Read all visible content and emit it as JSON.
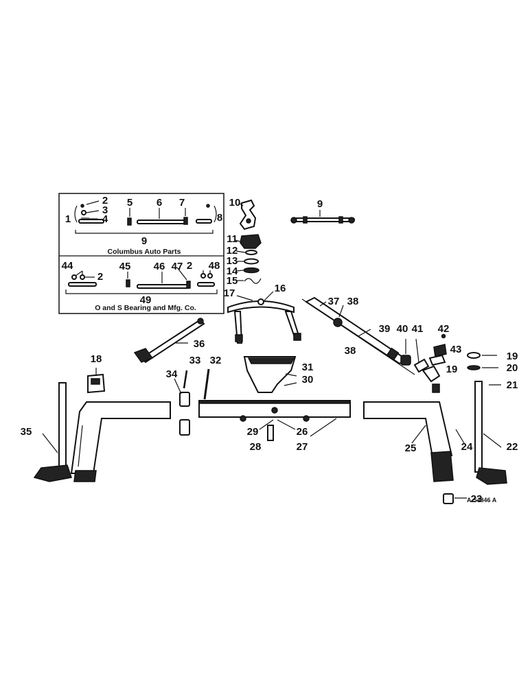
{
  "diagram": {
    "inset_labels": [
      {
        "id": "c2a",
        "text": "2"
      },
      {
        "id": "c3",
        "text": "3"
      },
      {
        "id": "c4",
        "text": "4"
      },
      {
        "id": "c1",
        "text": "1"
      },
      {
        "id": "c5",
        "text": "5"
      },
      {
        "id": "c6",
        "text": "6"
      },
      {
        "id": "c7",
        "text": "7"
      },
      {
        "id": "c8",
        "text": "8"
      },
      {
        "id": "c9",
        "text": "9"
      },
      {
        "id": "o44",
        "text": "44"
      },
      {
        "id": "o2a",
        "text": "2"
      },
      {
        "id": "o45",
        "text": "45"
      },
      {
        "id": "o46",
        "text": "46"
      },
      {
        "id": "o47",
        "text": "47"
      },
      {
        "id": "o2b",
        "text": "2"
      },
      {
        "id": "o48",
        "text": "48"
      },
      {
        "id": "o49",
        "text": "49"
      }
    ],
    "inset_captions": [
      {
        "id": "cap-columbus",
        "text": "Columbus Auto Parts"
      },
      {
        "id": "cap-oands",
        "text": "O and S Bearing and Mfg. Co."
      }
    ],
    "part_labels": [
      {
        "id": "p10",
        "text": "10"
      },
      {
        "id": "p9",
        "text": "9"
      },
      {
        "id": "p11",
        "text": "11"
      },
      {
        "id": "p12",
        "text": "12"
      },
      {
        "id": "p13",
        "text": "13"
      },
      {
        "id": "p14",
        "text": "14"
      },
      {
        "id": "p15",
        "text": "15"
      },
      {
        "id": "p16",
        "text": "16"
      },
      {
        "id": "p17",
        "text": "17"
      },
      {
        "id": "p37",
        "text": "37"
      },
      {
        "id": "p38a",
        "text": "38"
      },
      {
        "id": "p39",
        "text": "39"
      },
      {
        "id": "p38b",
        "text": "38"
      },
      {
        "id": "p40",
        "text": "40"
      },
      {
        "id": "p41",
        "text": "41"
      },
      {
        "id": "p42",
        "text": "42"
      },
      {
        "id": "p43",
        "text": "43"
      },
      {
        "id": "p19a",
        "text": "19"
      },
      {
        "id": "p19b",
        "text": "19"
      },
      {
        "id": "p20",
        "text": "20"
      },
      {
        "id": "p21",
        "text": "21"
      },
      {
        "id": "p36",
        "text": "36"
      },
      {
        "id": "p18",
        "text": "18"
      },
      {
        "id": "p33",
        "text": "33"
      },
      {
        "id": "p32",
        "text": "32"
      },
      {
        "id": "p34",
        "text": "34"
      },
      {
        "id": "p31",
        "text": "31"
      },
      {
        "id": "p30",
        "text": "30"
      },
      {
        "id": "p35",
        "text": "35"
      },
      {
        "id": "p29",
        "text": "29"
      },
      {
        "id": "p26",
        "text": "26"
      },
      {
        "id": "p28",
        "text": "28"
      },
      {
        "id": "p27",
        "text": "27"
      },
      {
        "id": "p25",
        "text": "25"
      },
      {
        "id": "p24",
        "text": "24"
      },
      {
        "id": "p22",
        "text": "22"
      },
      {
        "id": "p23",
        "text": "23"
      }
    ],
    "drawing_number": "A-54846 A"
  }
}
